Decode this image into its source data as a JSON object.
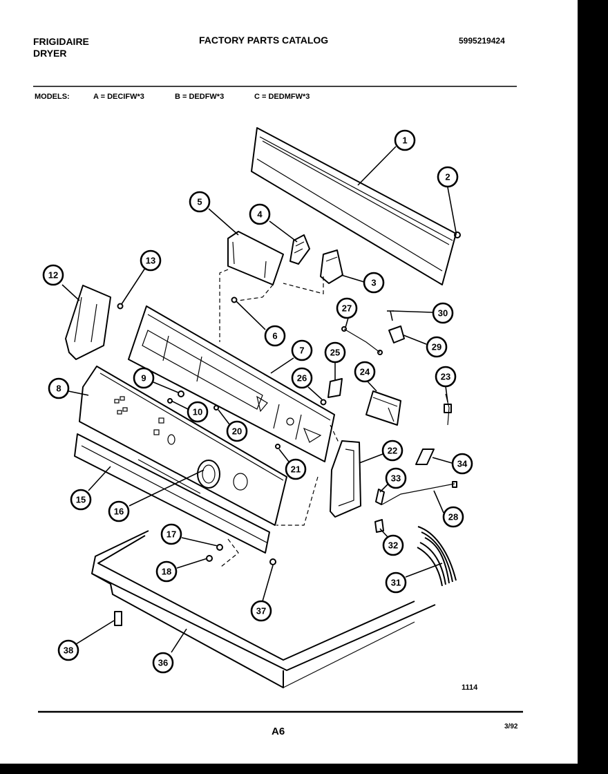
{
  "header": {
    "brand_line1": "FRIGIDAIRE",
    "brand_line2": "DRYER",
    "catalog_title": "FACTORY PARTS CATALOG",
    "catalog_number": "5995219424"
  },
  "models": {
    "label": "MODELS:",
    "items": [
      "A = DECIFW*3",
      "B = DEDFW*3",
      "C = DEDMFW*3"
    ]
  },
  "callouts": [
    "1",
    "2",
    "3",
    "4",
    "5",
    "6",
    "7",
    "8",
    "9",
    "10",
    "12",
    "13",
    "15",
    "16",
    "17",
    "18",
    "20",
    "21",
    "22",
    "23",
    "24",
    "25",
    "26",
    "27",
    "28",
    "29",
    "30",
    "31",
    "32",
    "33",
    "34",
    "36",
    "37",
    "38"
  ],
  "footer": {
    "diagram_number": "1114",
    "page_id": "A6",
    "date_code": "3/92"
  }
}
